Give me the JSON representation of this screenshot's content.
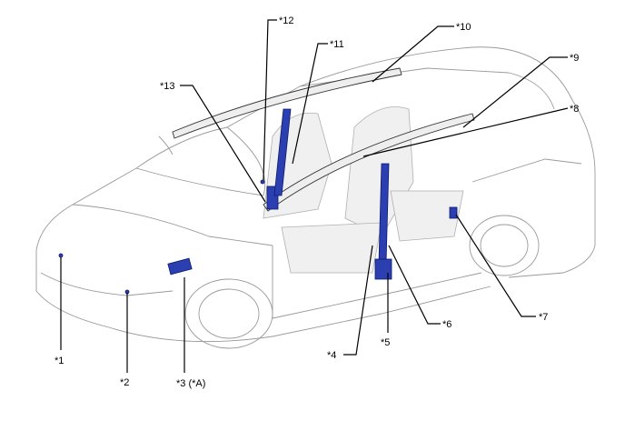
{
  "diagram": {
    "labels": [
      "*1",
      "*2",
      "*3 (*A)",
      "*4",
      "*5",
      "*6",
      "*7",
      "*8",
      "*9",
      "*10",
      "*11",
      "*12",
      "*13"
    ],
    "colors": {
      "component": "#2b3fb0",
      "outline": "#9a9a9a",
      "leader": "#000000"
    }
  }
}
